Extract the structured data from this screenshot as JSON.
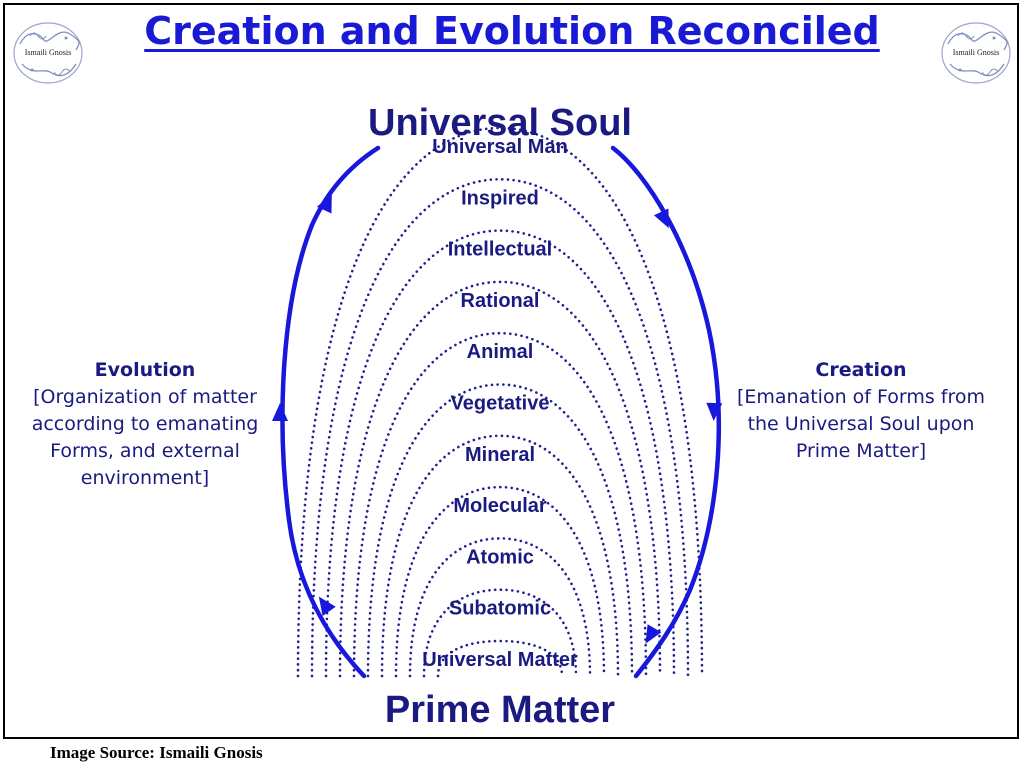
{
  "title": "Creation and Evolution Reconciled",
  "logo_text": "Ismaili Gnosis",
  "top_label": "Universal Soul",
  "bottom_label": "Prime Matter",
  "levels": [
    "Universal Man",
    "Inspired",
    "Intellectual",
    "Rational",
    "Animal",
    "Vegetative",
    "Mineral",
    "Molecular",
    "Atomic",
    "Subatomic",
    "Universal Matter"
  ],
  "evolution": {
    "heading": "Evolution",
    "description": "[Organization of matter according to emanating Forms, and external environment]"
  },
  "creation": {
    "heading": "Creation",
    "description": "[Emanation of Forms from the Universal Soul upon Prime Matter]"
  },
  "source": "Image Source: Ismaili Gnosis",
  "colors": {
    "title": "#1a1ad6",
    "diagram_text": "#1a1a80",
    "outer_curve": "#1818dd",
    "dotted_arcs": "#202090"
  }
}
